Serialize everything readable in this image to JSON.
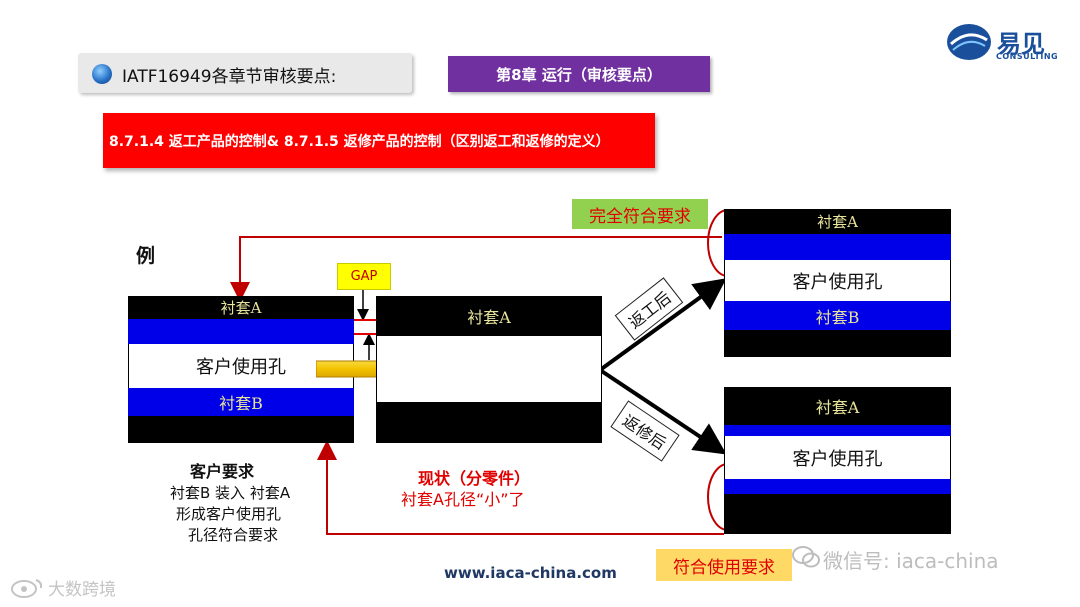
{
  "header": {
    "title": "IATF16949各章节审核要点:",
    "chapter": "第8章  运行（审核要点）",
    "section": "8.7.1.4 返工产品的控制& 8.7.1.5 返修产品的控制（区别返工和返修的定义）"
  },
  "logo": {
    "name_cn": "易见",
    "name_en": "CONSULTING"
  },
  "example_label": "例",
  "left_part": {
    "top_label": "衬套A",
    "mid_label": "客户使用孔",
    "bottom_label": "衬套B"
  },
  "gap_label": "GAP",
  "current_part": {
    "top_label": "衬套A"
  },
  "rework_part": {
    "top_label": "衬套A",
    "mid_label": "客户使用孔",
    "bottom_label": "衬套B"
  },
  "repair_part": {
    "top_label": "衬套A",
    "mid_label": "客户使用孔"
  },
  "arrows": {
    "rework": "返工后",
    "repair": "返修后"
  },
  "labels": {
    "full_conform": "完全符合要求",
    "use_conform": "符合使用要求"
  },
  "customer_requirement": {
    "title": "客户要求",
    "lines": [
      "衬套B 装入 衬套A",
      "形成客户使用孔",
      "孔径符合要求"
    ]
  },
  "status": {
    "title": "现状（分零件）",
    "text": "衬套A孔径“小”了"
  },
  "footer": {
    "url": "www.iaca-china.com",
    "wechat": "微信号: iaca-china",
    "watermark": "大数跨境"
  },
  "colors": {
    "red": "#ff0000",
    "purple": "#7030a0",
    "blue": "#0000e8",
    "green": "#92d050",
    "yellow": "#ffd966"
  }
}
